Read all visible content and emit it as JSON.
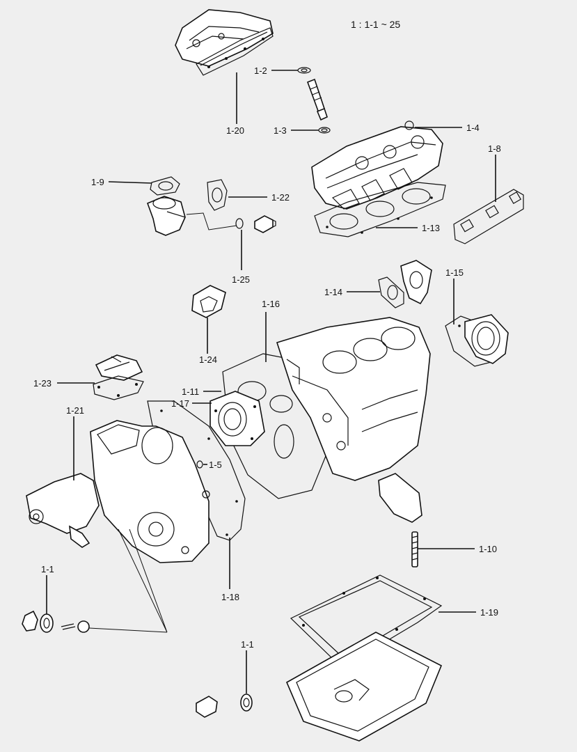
{
  "title": "1 : 1-1 ~ 25",
  "callouts": [
    {
      "id": "c-1-2",
      "label": "1-2"
    },
    {
      "id": "c-1-3",
      "label": "1-3"
    },
    {
      "id": "c-1-4",
      "label": "1-4"
    },
    {
      "id": "c-1-8",
      "label": "1-8"
    },
    {
      "id": "c-1-9",
      "label": "1-9"
    },
    {
      "id": "c-1-22",
      "label": "1-22"
    },
    {
      "id": "c-1-20",
      "label": "1-20"
    },
    {
      "id": "c-1-13",
      "label": "1-13"
    },
    {
      "id": "c-1-25",
      "label": "1-25"
    },
    {
      "id": "c-1-14",
      "label": "1-14"
    },
    {
      "id": "c-1-15",
      "label": "1-15"
    },
    {
      "id": "c-1-16",
      "label": "1-16"
    },
    {
      "id": "c-1-24",
      "label": "1-24"
    },
    {
      "id": "c-1-23",
      "label": "1-23"
    },
    {
      "id": "c-1-11",
      "label": "1-11"
    },
    {
      "id": "c-1-17",
      "label": "1-17"
    },
    {
      "id": "c-1-21",
      "label": "1-21"
    },
    {
      "id": "c-1-5",
      "label": "1-5"
    },
    {
      "id": "c-1-10",
      "label": "1-10"
    },
    {
      "id": "c-1-1a",
      "label": "1-1"
    },
    {
      "id": "c-1-18",
      "label": "1-18"
    },
    {
      "id": "c-1-19",
      "label": "1-19"
    },
    {
      "id": "c-1-1b",
      "label": "1-1"
    }
  ]
}
